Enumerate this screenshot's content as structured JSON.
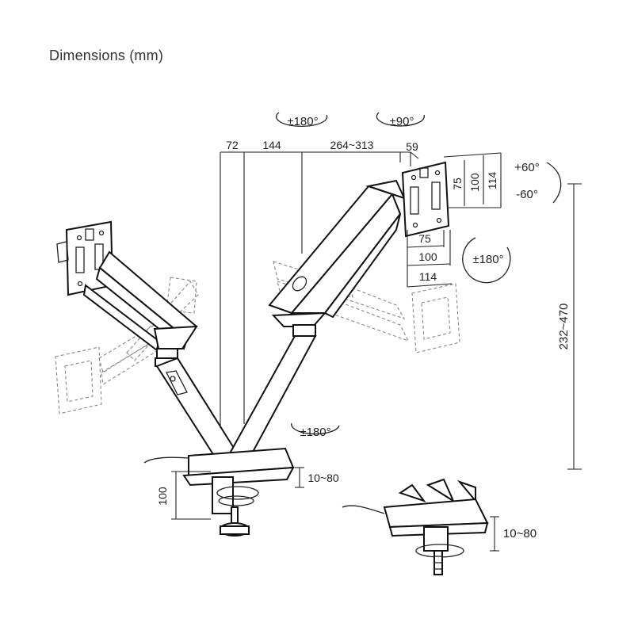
{
  "title": "Dimensions (mm)",
  "labels": {
    "rot_arm": "±180°",
    "rot_head": "±90°",
    "d72": "72",
    "d144": "144",
    "d264": "264~313",
    "d59": "59",
    "tilt_up": "+60°",
    "tilt_down": "-60°",
    "v75": "75",
    "v100": "100",
    "v114": "114",
    "h75": "75",
    "h100": "100",
    "h114": "114",
    "rot_screen": "±180°",
    "height": "232~470",
    "rot_base": "±180°",
    "clamp_h": "100",
    "clamp_range": "10~80",
    "grommet_range": "10~80"
  }
}
